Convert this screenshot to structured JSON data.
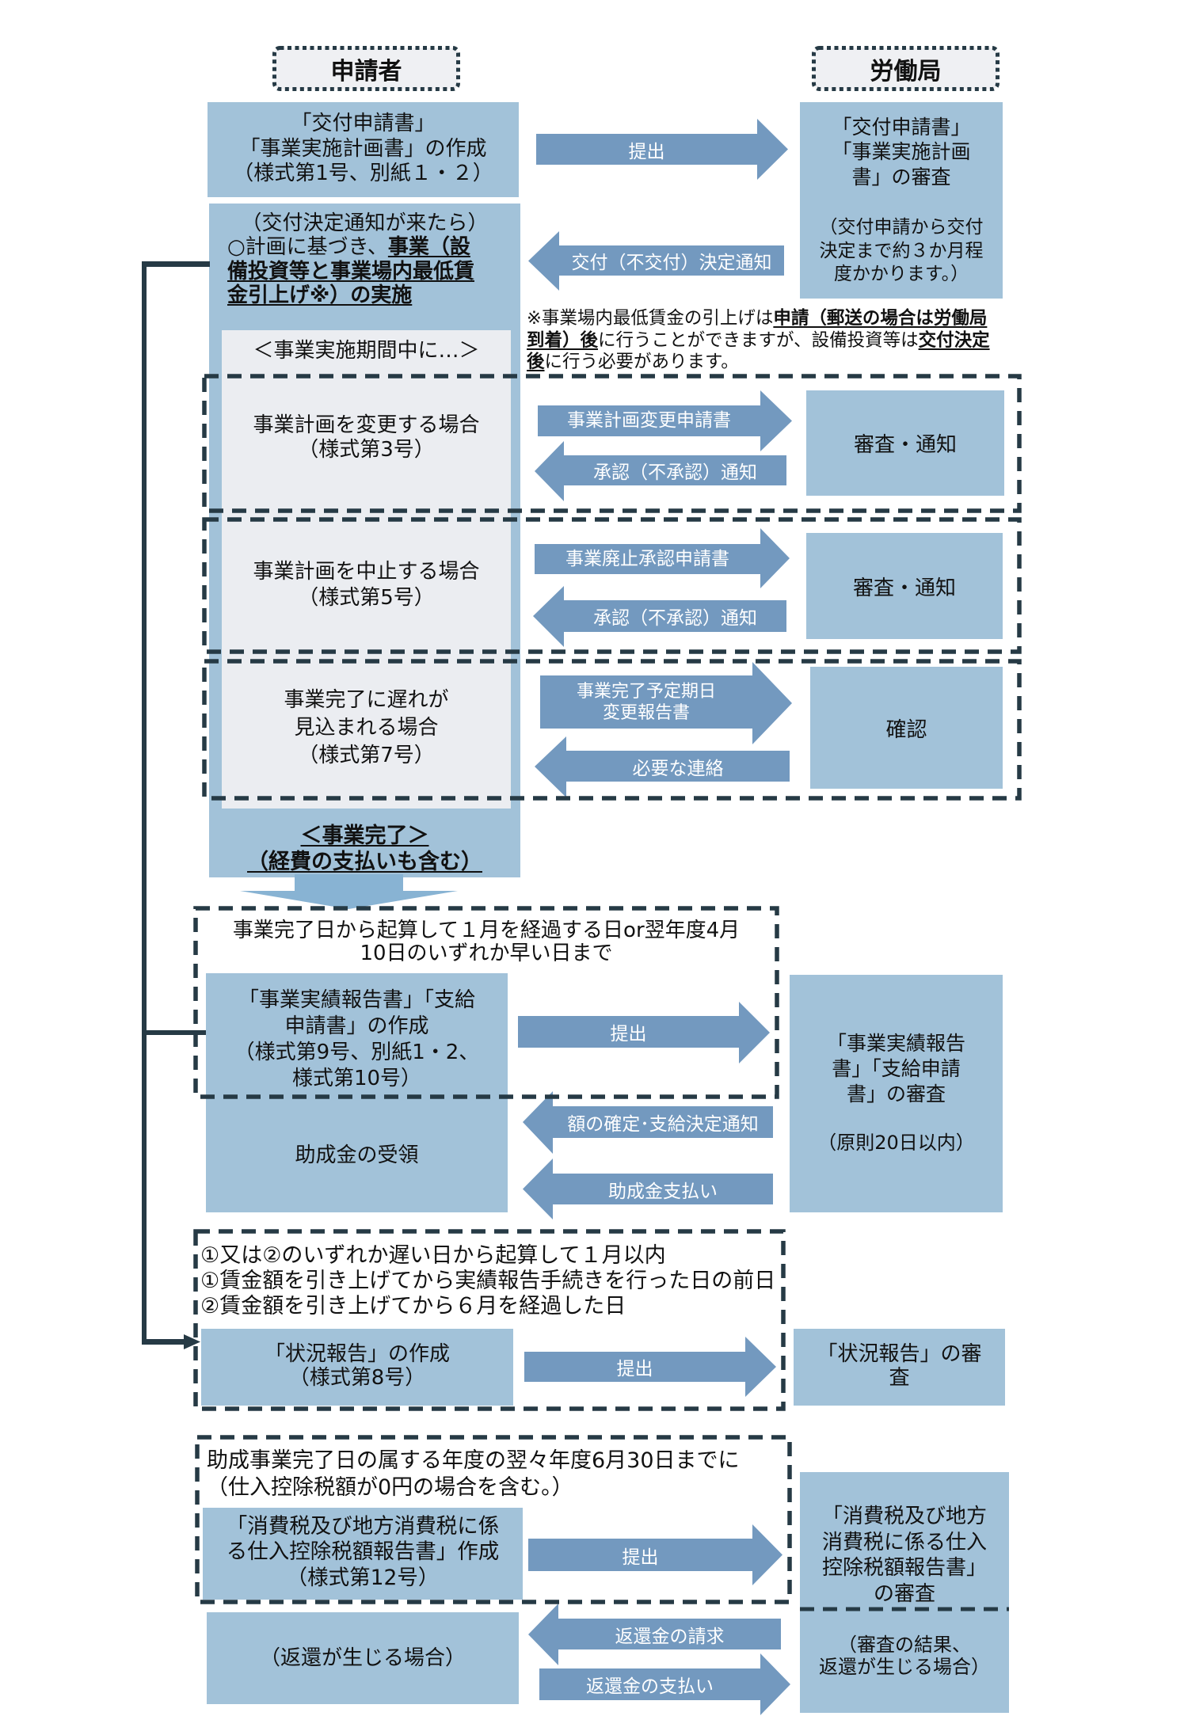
{
  "header": {
    "applicant_label": "申請者",
    "bureau_label": "労働局"
  },
  "application": {
    "applicant_box_lines": [
      "「交付申請書」",
      "「事業実施計画書」の作成",
      "（様式第1号、別紙１・２）"
    ],
    "submit_arrow_label": "提出",
    "bureau_review_lines": [
      "「交付申請書」",
      "「事業実施計画",
      "書」の審査"
    ],
    "bureau_review_note_lines": [
      "（交付申請から交付",
      "決定まで約３か月程",
      "度かかります。）"
    ],
    "decision_arrow_label": "交付（不交付）決定通知"
  },
  "implementation": {
    "line1": "（交付決定通知が来たら）",
    "line2_plain": "○計画に基づき、",
    "line2_emphasis": "事業（設",
    "line3_emphasis": "備投資等と事業場内最低賃",
    "line4_emphasis": "金引上げ※）の実施",
    "footnote": {
      "line1_plain": "※事業場内最低賃金の引上げは",
      "line1_emphasis": "申請（郵送の場合は労働局",
      "line2_emphasis_a": "到着）後",
      "line2_plain": "に行うことができますが、設備投資等は",
      "line2_emphasis_b": "交付決定",
      "line3_emphasis": "後",
      "line3_plain": "に行う必要があります。"
    },
    "period_label": "＜事業実施期間中に…＞",
    "cases": [
      {
        "case_lines": [
          "事業計画を変更する場合",
          "（様式第3号）"
        ],
        "request_arrow_lines": [
          "事業計画変更申請書"
        ],
        "response_arrow_label": "承認（不承認）通知",
        "bureau_action": "審査・通知"
      },
      {
        "case_lines": [
          "事業計画を中止する場合",
          "（様式第5号）"
        ],
        "request_arrow_lines": [
          "事業廃止承認申請書"
        ],
        "response_arrow_label": "承認（不承認）通知",
        "bureau_action": "審査・通知"
      },
      {
        "case_lines": [
          "事業完了に遅れが",
          "見込まれる場合",
          "（様式第7号）"
        ],
        "request_arrow_lines": [
          "事業完了予定期日",
          "変更報告書"
        ],
        "response_arrow_label": "必要な連絡",
        "bureau_action": "確認"
      }
    ],
    "completion_lines": [
      "＜事業完了＞",
      "（経費の支払いも含む）"
    ]
  },
  "performance_report": {
    "deadline_lines": [
      "事業完了日から起算して１月を経過する日or翌年度4月",
      "10日のいずれか早い日まで"
    ],
    "applicant_box_lines": [
      "「事業実績報告書」「支給",
      "申請書」の作成",
      "（様式第9号、別紙1・2、",
      "様式第10号）"
    ],
    "submit_arrow_label": "提出",
    "bureau_review_lines": [
      "「事業実績報告",
      "書」「支給申請",
      "書」の審査"
    ],
    "bureau_review_note": "（原則20日以内）",
    "determination_arrow_label": "額の確定･支給決定通知",
    "payment_arrow_label": "助成金支払い",
    "receipt_label": "助成金の受領"
  },
  "status_report": {
    "deadline_lines": [
      "①又は②のいずれか遅い日から起算して１月以内",
      "①賃金額を引き上げてから実績報告手続きを行った日の前日",
      "②賃金額を引き上げてから６月を経過した日"
    ],
    "applicant_box_lines": [
      "「状況報告」の作成",
      "（様式第8号）"
    ],
    "submit_arrow_label": "提出",
    "bureau_review_lines": [
      "「状況報告」の審",
      "査"
    ]
  },
  "tax_report": {
    "deadline_lines": [
      "助成事業完了日の属する年度の翌々年度6月30日までに",
      "（仕入控除税額が0円の場合を含む。）"
    ],
    "applicant_box_lines": [
      "「消費税及び地方消費税に係",
      "る仕入控除税額報告書」作成",
      "（様式第12号）"
    ],
    "submit_arrow_label": "提出",
    "bureau_review_lines": [
      "「消費税及び地方",
      "消費税に係る仕入",
      "控除税額報告書」",
      "の審査"
    ],
    "bureau_result_lines": [
      "（審査の結果、",
      "返還が生じる場合）"
    ],
    "refund_case_label": "（返還が生じる場合）",
    "refund_request_arrow_label": "返還金の請求",
    "refund_payment_arrow_label": "返還金の支払い"
  },
  "colors": {
    "box": "#A2C2D9",
    "arrow": "#7399BF",
    "inner_panel": "#EBEDF1",
    "border": "#263A45",
    "flow_arrow": "#88B3D3",
    "header_bg": "#EFF0F3",
    "text": "#111111",
    "arrow_text": "#FFFFFF"
  }
}
